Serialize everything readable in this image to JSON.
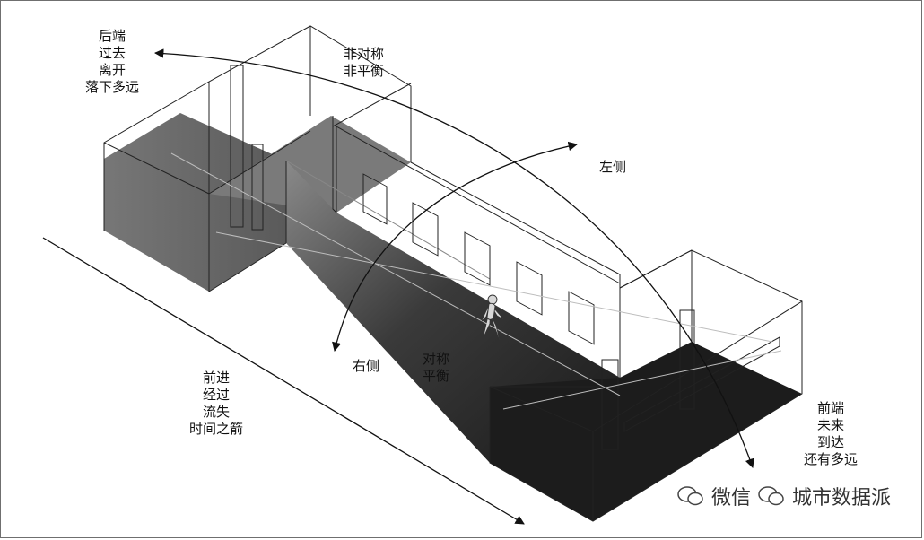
{
  "labels": {
    "back": [
      "后端",
      "过去",
      "离开",
      "落下多远"
    ],
    "asymmetric": [
      "非对称",
      "非平衡"
    ],
    "left": "左侧",
    "right": "右侧",
    "symmetric": [
      "对称",
      "平衡"
    ],
    "forward": [
      "前进",
      "经过",
      "流失",
      "时间之箭"
    ],
    "front": [
      "前端",
      "未来",
      "到达",
      "还有多远"
    ]
  },
  "watermark": {
    "prefix": "微信",
    "name": "城市数据派",
    "icon": "wechat-icon"
  }
}
